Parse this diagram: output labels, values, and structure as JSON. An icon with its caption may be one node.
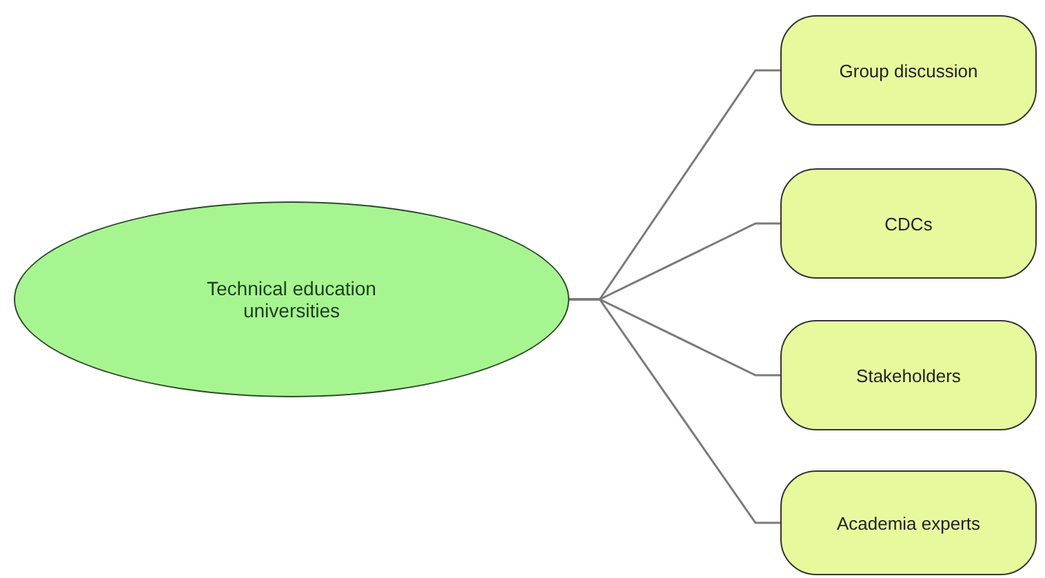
{
  "diagram": {
    "nodes": [
      {
        "text": [
          "Technical education universities"
        ]
      },
      {
        "text": [
          "Group discussion"
        ]
      },
      {
        "text": [
          "CDCs"
        ]
      },
      {
        "text": [
          "Stakeholders"
        ]
      },
      {
        "text": [
          "Academia experts"
        ]
      }
    ],
    "edges": [
      {
        "from": 0,
        "to": 1,
        "arrow": "none"
      },
      {
        "from": 0,
        "to": 2,
        "arrow": "none"
      },
      {
        "from": 0,
        "to": 3,
        "arrow": "none"
      },
      {
        "from": 0,
        "to": 4,
        "arrow": "none"
      }
    ]
  }
}
